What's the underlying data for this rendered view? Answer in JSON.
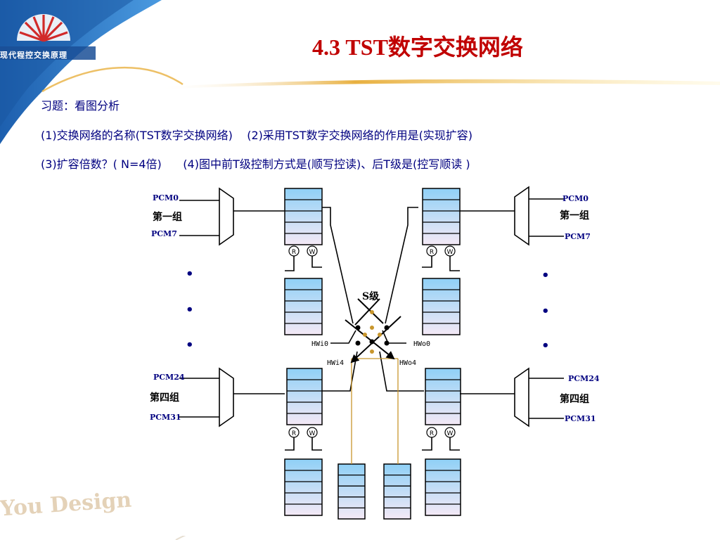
{
  "header": {
    "logo_text": "现代程控交换原理",
    "title": "4.3  TST数字交换网络"
  },
  "exercise": {
    "lines": [
      "习题：看图分析",
      "(1)交换网络的名称(TST数字交换网络)    (2)采用TST数字交换网络的作用是(实现扩容)",
      "(3)扩容倍数？( N=4倍)      (4)图中前T级控制方式是(顺写控读)、后T级是(控写顺读 )"
    ]
  },
  "diagram": {
    "left": {
      "pcm0": "PCM0",
      "group1": "第一组",
      "pcm7": "PCM7",
      "dots": "•",
      "pcm24": "PCM24",
      "group4": "第四组",
      "pcm31": "PCM31"
    },
    "right": {
      "pcm0": "PCM0",
      "group1": "第一组",
      "pcm7": "PCM7",
      "dots": "•",
      "pcm24": "PCM24",
      "group4": "第四组",
      "pcm31": "PCM31"
    },
    "s_stage": "S级",
    "hw_in_0": "HWi0",
    "hw_out_0": "HWo0",
    "hw_in_4": "HWi4",
    "hw_out_4": "HWo4",
    "read_mark": "R",
    "write_mark": "W"
  },
  "watermark": "You Design",
  "colors": {
    "title": "#c00000",
    "text": "#000080",
    "bluebar": "#2b78c8",
    "gold": "#e8b040",
    "memory_top": "#8fd0f6",
    "memory_bottom": "#f4e9f6"
  }
}
